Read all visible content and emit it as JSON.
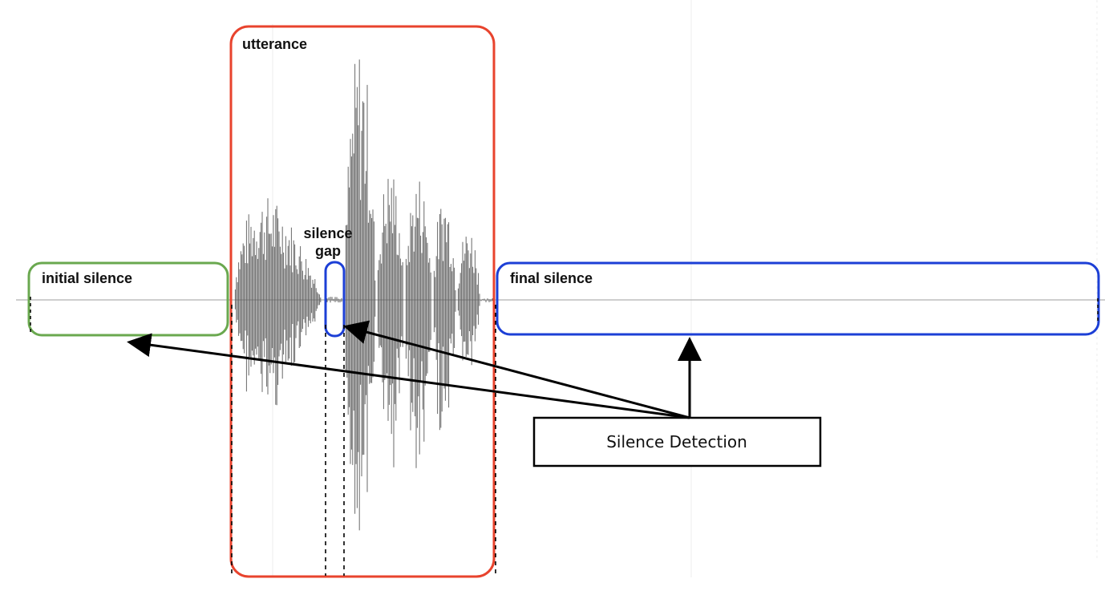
{
  "labels": {
    "initial_silence": "initial silence",
    "utterance": "utterance",
    "silence_gap_line1": "silence",
    "silence_gap_line2": "gap",
    "final_silence": "final silence",
    "detector": "Silence Detection"
  },
  "colors": {
    "initial_silence": "#6aa84f",
    "utterance": "#e8432d",
    "silence_gap": "#1c3fd6",
    "final_silence": "#1c3fd6",
    "waveform": "#5a5a5a",
    "baseline": "#bdbdbd",
    "arrow": "#000000"
  }
}
